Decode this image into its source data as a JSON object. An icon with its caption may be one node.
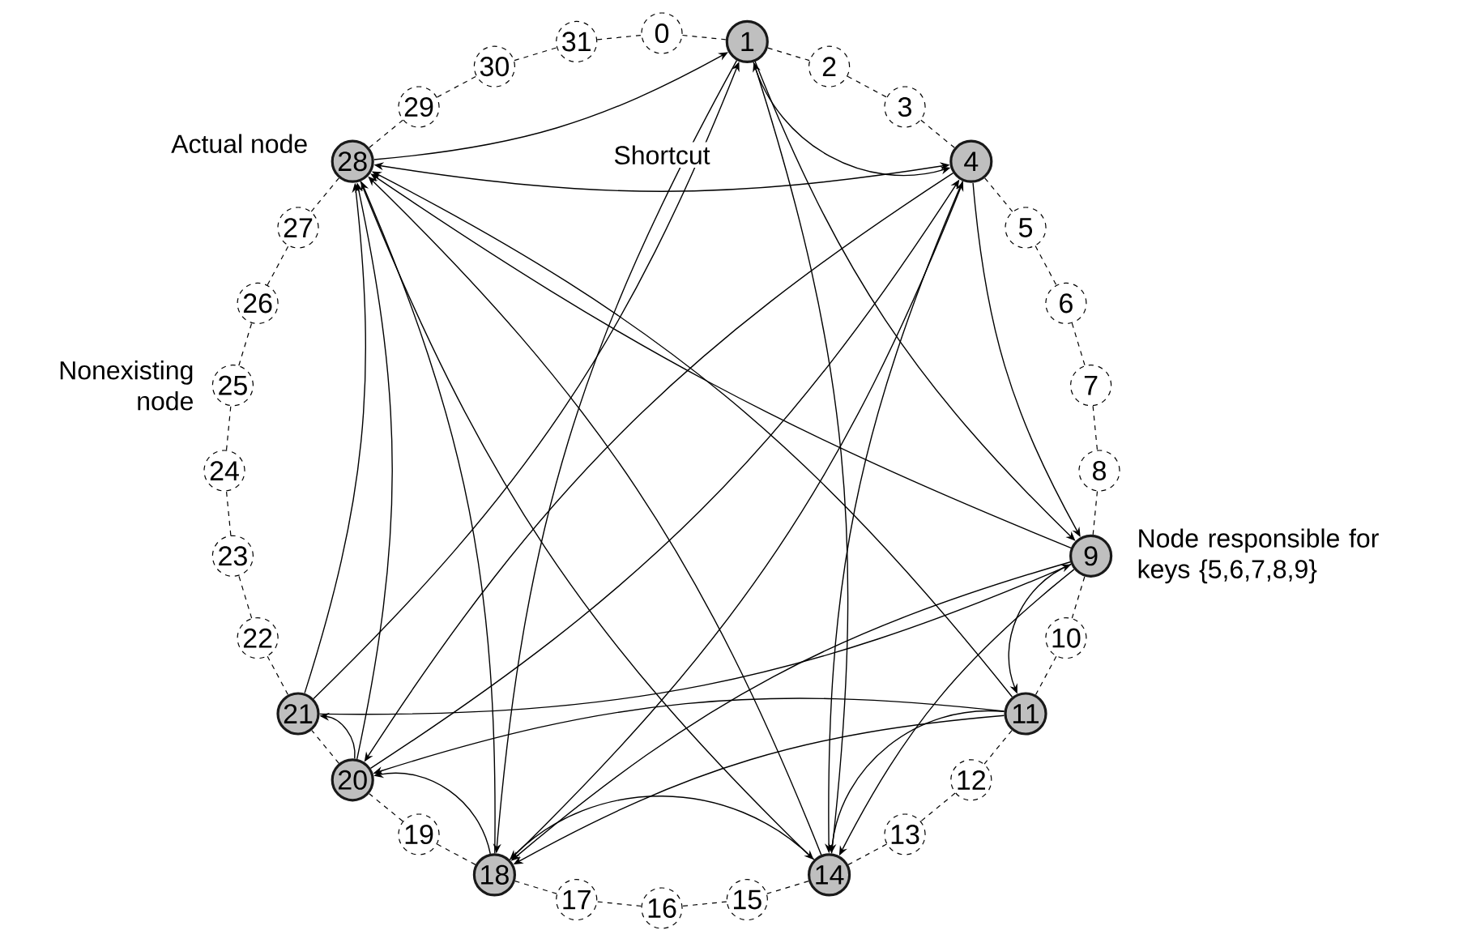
{
  "diagram": {
    "nodes": [
      {
        "text": [
          "0"
        ]
      },
      {
        "text": [
          "1"
        ]
      },
      {
        "text": [
          "2"
        ]
      },
      {
        "text": [
          "3"
        ]
      },
      {
        "text": [
          "4"
        ]
      },
      {
        "text": [
          "5"
        ]
      },
      {
        "text": [
          "6"
        ]
      },
      {
        "text": [
          "7"
        ]
      },
      {
        "text": [
          "8"
        ]
      },
      {
        "text": [
          "9"
        ],
        "beside": [
          "Node responsible for keys {5,6,7,8,9}"
        ]
      },
      {
        "text": [
          "10"
        ]
      },
      {
        "text": [
          "11"
        ]
      },
      {
        "text": [
          "12"
        ]
      },
      {
        "text": [
          "13"
        ]
      },
      {
        "text": [
          "14"
        ]
      },
      {
        "text": [
          "15"
        ]
      },
      {
        "text": [
          "16"
        ]
      },
      {
        "text": [
          "17"
        ]
      },
      {
        "text": [
          "18"
        ]
      },
      {
        "text": [
          "19"
        ]
      },
      {
        "text": [
          "20"
        ]
      },
      {
        "text": [
          "21"
        ]
      },
      {
        "text": [
          "22"
        ]
      },
      {
        "text": [
          "23"
        ]
      },
      {
        "text": [
          "24"
        ]
      },
      {
        "text": [
          "25"
        ],
        "beside": [
          "Nonexisting node"
        ]
      },
      {
        "text": [
          "26"
        ]
      },
      {
        "text": [
          "27"
        ]
      },
      {
        "text": [
          "28"
        ],
        "beside": [
          "Actual node"
        ]
      },
      {
        "text": [
          "29"
        ]
      },
      {
        "text": [
          "30"
        ]
      },
      {
        "text": [
          "31"
        ]
      }
    ],
    "edges": [
      {
        "from": 1,
        "to": 4,
        "arrow": "to"
      },
      {
        "from": 1,
        "to": 9,
        "arrow": "to"
      },
      {
        "from": 1,
        "to": 18,
        "arrow": "to"
      },
      {
        "from": 4,
        "to": 9,
        "arrow": "to"
      },
      {
        "from": 4,
        "to": 14,
        "arrow": "to"
      },
      {
        "from": 4,
        "to": 20,
        "arrow": "to"
      },
      {
        "from": 9,
        "to": 11,
        "arrow": "to"
      },
      {
        "from": 9,
        "to": 14,
        "arrow": "to"
      },
      {
        "from": 9,
        "to": 18,
        "arrow": "to"
      },
      {
        "from": 9,
        "to": 28,
        "arrow": "to"
      },
      {
        "from": 11,
        "to": 14,
        "arrow": "to"
      },
      {
        "from": 11,
        "to": 18,
        "arrow": "to"
      },
      {
        "from": 11,
        "to": 20,
        "arrow": "to"
      },
      {
        "from": 11,
        "to": 28,
        "arrow": "to"
      },
      {
        "from": 14,
        "to": 18,
        "arrow": "to"
      },
      {
        "from": 14,
        "to": 28,
        "arrow": "to"
      },
      {
        "from": 14,
        "to": 1,
        "arrow": "to"
      },
      {
        "from": 18,
        "to": 20,
        "arrow": "to"
      },
      {
        "from": 18,
        "to": 28,
        "arrow": "to"
      },
      {
        "from": 18,
        "to": 4,
        "arrow": "to"
      },
      {
        "from": 20,
        "to": 21,
        "arrow": "to"
      },
      {
        "from": 20,
        "to": 28,
        "arrow": "to"
      },
      {
        "from": 20,
        "to": 4,
        "arrow": "to"
      },
      {
        "from": 21,
        "to": 28,
        "arrow": "to"
      },
      {
        "from": 21,
        "to": 1,
        "arrow": "to"
      },
      {
        "from": 21,
        "to": 9,
        "arrow": "to"
      },
      {
        "from": 28,
        "to": 1,
        "arrow": "to"
      },
      {
        "from": 28,
        "to": 4,
        "arrow": "both",
        "label": "Shortcut"
      },
      {
        "from": 28,
        "to": 14,
        "arrow": "to"
      },
      {
        "from": 0,
        "to": 1,
        "arrow": "none",
        "style": "dashed"
      },
      {
        "from": 1,
        "to": 2,
        "arrow": "none",
        "style": "dashed"
      },
      {
        "from": 2,
        "to": 3,
        "arrow": "none",
        "style": "dashed"
      },
      {
        "from": 3,
        "to": 4,
        "arrow": "none",
        "style": "dashed"
      },
      {
        "from": 4,
        "to": 5,
        "arrow": "none",
        "style": "dashed"
      },
      {
        "from": 5,
        "to": 6,
        "arrow": "none",
        "style": "dashed"
      },
      {
        "from": 6,
        "to": 7,
        "arrow": "none",
        "style": "dashed"
      },
      {
        "from": 7,
        "to": 8,
        "arrow": "none",
        "style": "dashed"
      },
      {
        "from": 8,
        "to": 9,
        "arrow": "none",
        "style": "dashed"
      },
      {
        "from": 9,
        "to": 10,
        "arrow": "none",
        "style": "dashed"
      },
      {
        "from": 10,
        "to": 11,
        "arrow": "none",
        "style": "dashed"
      },
      {
        "from": 11,
        "to": 12,
        "arrow": "none",
        "style": "dashed"
      },
      {
        "from": 12,
        "to": 13,
        "arrow": "none",
        "style": "dashed"
      },
      {
        "from": 13,
        "to": 14,
        "arrow": "none",
        "style": "dashed"
      },
      {
        "from": 14,
        "to": 15,
        "arrow": "none",
        "style": "dashed"
      },
      {
        "from": 15,
        "to": 16,
        "arrow": "none",
        "style": "dashed"
      },
      {
        "from": 16,
        "to": 17,
        "arrow": "none",
        "style": "dashed"
      },
      {
        "from": 17,
        "to": 18,
        "arrow": "none",
        "style": "dashed"
      },
      {
        "from": 18,
        "to": 19,
        "arrow": "none",
        "style": "dashed"
      },
      {
        "from": 19,
        "to": 20,
        "arrow": "none",
        "style": "dashed"
      },
      {
        "from": 20,
        "to": 21,
        "arrow": "none",
        "style": "dashed"
      },
      {
        "from": 21,
        "to": 22,
        "arrow": "none",
        "style": "dashed"
      },
      {
        "from": 22,
        "to": 23,
        "arrow": "none",
        "style": "dashed"
      },
      {
        "from": 23,
        "to": 24,
        "arrow": "none",
        "style": "dashed"
      },
      {
        "from": 24,
        "to": 25,
        "arrow": "none",
        "style": "dashed"
      },
      {
        "from": 25,
        "to": 26,
        "arrow": "none",
        "style": "dashed"
      },
      {
        "from": 26,
        "to": 27,
        "arrow": "none",
        "style": "dashed"
      },
      {
        "from": 27,
        "to": 28,
        "arrow": "none",
        "style": "dashed"
      },
      {
        "from": 28,
        "to": 29,
        "arrow": "none",
        "style": "dashed"
      },
      {
        "from": 29,
        "to": 30,
        "arrow": "none",
        "style": "dashed"
      },
      {
        "from": 30,
        "to": 31,
        "arrow": "none",
        "style": "dashed"
      },
      {
        "from": 31,
        "to": 0,
        "arrow": "none",
        "style": "dashed"
      }
    ]
  }
}
